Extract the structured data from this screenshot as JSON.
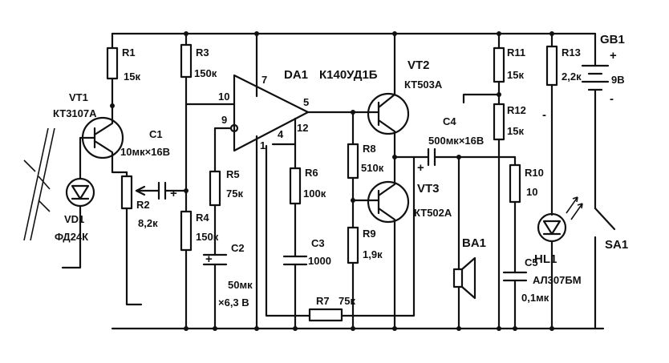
{
  "components": {
    "r1": {
      "ref": "R1",
      "value": "15к"
    },
    "r2": {
      "ref": "R2",
      "value": "8,2к"
    },
    "r3": {
      "ref": "R3",
      "value": "150к"
    },
    "r4": {
      "ref": "R4",
      "value": "150к"
    },
    "r5": {
      "ref": "R5",
      "value": "75к"
    },
    "r6": {
      "ref": "R6",
      "value": "100к"
    },
    "r7": {
      "ref": "R7",
      "value": "75к"
    },
    "r8": {
      "ref": "R8",
      "value": "510к"
    },
    "r9": {
      "ref": "R9",
      "value": "1,9к"
    },
    "r10": {
      "ref": "R10",
      "value": "10"
    },
    "r11": {
      "ref": "R11",
      "value": "15к"
    },
    "r12": {
      "ref": "R12",
      "value": "15к"
    },
    "r13": {
      "ref": "R13",
      "value": "2,2к"
    },
    "c1": {
      "ref": "C1",
      "value": "10мк×16В"
    },
    "c2": {
      "ref": "C2",
      "value1": "50мк",
      "value2": "×6,3 В"
    },
    "c3": {
      "ref": "C3",
      "value": "1000"
    },
    "c4": {
      "ref": "C4",
      "value": "500мк×16В"
    },
    "c5": {
      "ref": "C5",
      "value": "0,1мк"
    },
    "vt1": {
      "ref": "VT1",
      "type": "КТ3107А"
    },
    "vt2": {
      "ref": "VT2",
      "type": "КТ503А"
    },
    "vt3": {
      "ref": "VT3",
      "type": "КТ502А"
    },
    "vd1": {
      "ref": "VD1",
      "type": "ФД24К"
    },
    "hl1": {
      "ref": "HL1",
      "type": "АЛ307БМ"
    },
    "da1": {
      "ref": "DA1",
      "type": "К140УД1Б"
    },
    "ba1": {
      "ref": "BA1"
    },
    "gb1": {
      "ref": "GB1",
      "value": "9В"
    },
    "sa1": {
      "ref": "SA1"
    }
  },
  "pins": {
    "p10": "10",
    "p9": "9",
    "p7": "7",
    "p5": "5",
    "p12": "12",
    "p1": "1",
    "p4": "4"
  },
  "symbols": {
    "plus": "+",
    "minus": "-"
  }
}
